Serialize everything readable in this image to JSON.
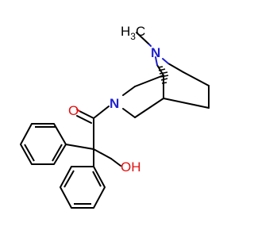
{
  "molecule": {
    "atom_labels": {
      "methyl": "H3C",
      "methyl_h": "H",
      "methyl_sub": "3",
      "methyl_c": "C",
      "bridge_n": "N",
      "amide_n": "N",
      "carbonyl_o": "O",
      "hydroxyl": "OH"
    }
  },
  "colors": {
    "bond": "#000000",
    "nitrogen": "#1f1fcf",
    "oxygen": "#e01010",
    "carbon_text": "#000000",
    "background": "#ffffff"
  }
}
